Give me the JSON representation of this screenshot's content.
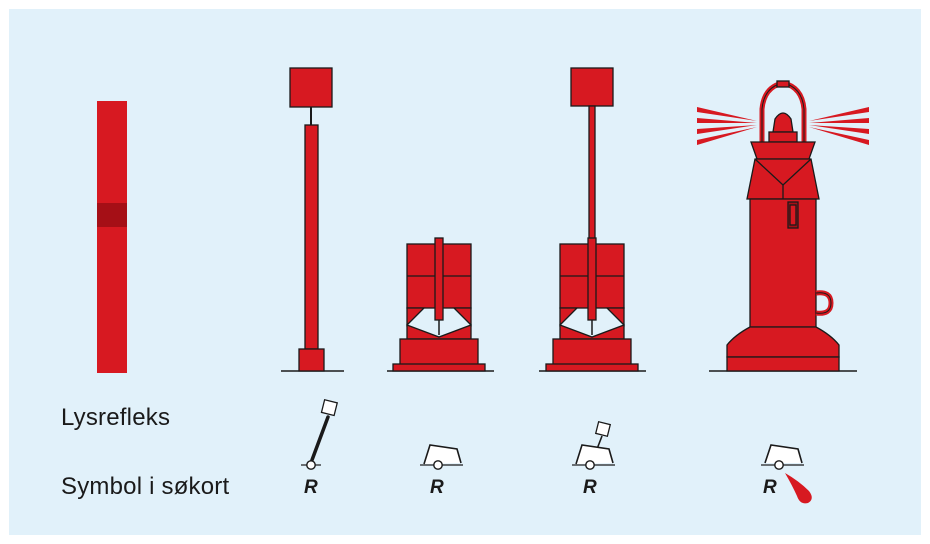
{
  "labels": {
    "reflector": "Lysrefleks",
    "chart_symbol": "Symbol i søkort"
  },
  "symbols": {
    "r1": "R",
    "r2": "R",
    "r3": "R",
    "r4": "R"
  },
  "colors": {
    "background": "#e1f1fa",
    "marker_red": "#d71921",
    "reflector_band": "#a50f16",
    "outline": "#1a1a1a"
  },
  "items": [
    {
      "id": "reflective-band-sample",
      "icon": "red-bar-with-reflector-band"
    },
    {
      "id": "pole-buoy",
      "icon": "spar-buoy-with-square-topmark"
    },
    {
      "id": "can-buoy",
      "icon": "can-buoy"
    },
    {
      "id": "can-buoy-with-topmark",
      "icon": "can-buoy-with-square-topmark"
    },
    {
      "id": "light-buoy",
      "icon": "lighted-buoy"
    }
  ]
}
